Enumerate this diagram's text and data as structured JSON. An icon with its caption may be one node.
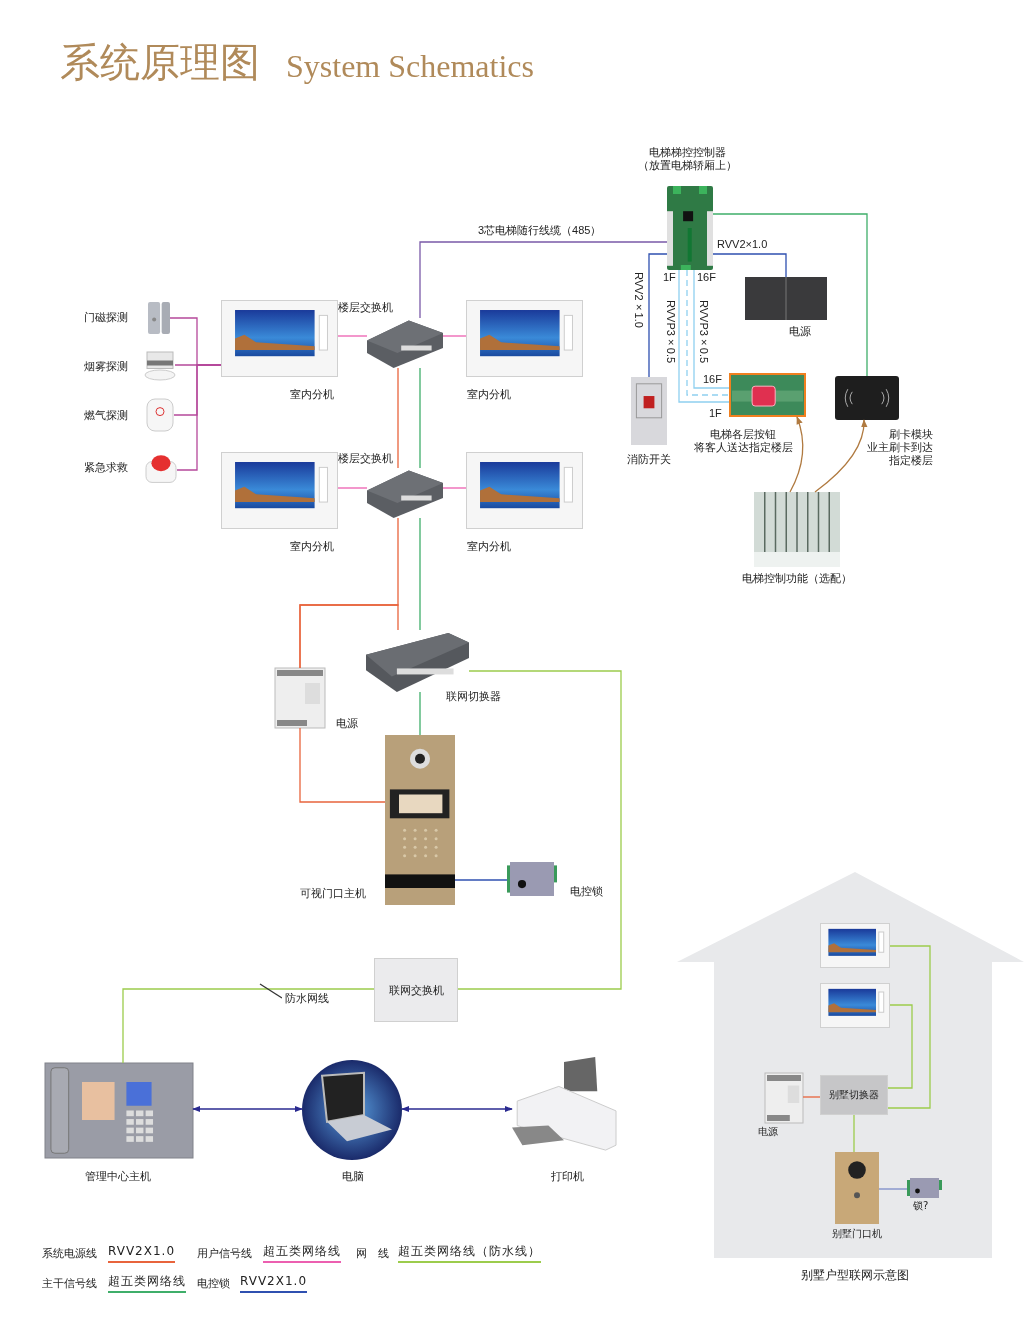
{
  "diagram": {
    "title": "系统原理图",
    "nodes": [
      {
        "text": [
          "电梯梯控控制器",
          "（放置电梯轿厢上）"
        ]
      },
      {
        "text": [
          "门磁探测"
        ]
      },
      {
        "text": [
          "烟雾探测"
        ]
      },
      {
        "text": [
          "燃气探测"
        ]
      },
      {
        "text": [
          "紧急求救"
        ]
      },
      {
        "text": [
          "室内分机"
        ]
      },
      {
        "text": [
          "楼层交换机"
        ]
      },
      {
        "text": [
          "室内分机"
        ]
      },
      {
        "text": [
          "电源"
        ]
      },
      {
        "text": [
          "消防开关"
        ]
      },
      {
        "text": [
          "电梯各层按钮",
          "将客人送达指定楼层"
        ]
      },
      {
        "text": [
          "刷卡模块",
          "业主刷卡到达指定楼层"
        ]
      },
      {
        "text": [
          "室内分机"
        ]
      },
      {
        "text": [
          "楼层交换机"
        ]
      },
      {
        "text": [
          "室内分机"
        ]
      },
      {
        "text": [
          "电梯控制功能（选配）"
        ]
      },
      {
        "text": [
          "联网切换器"
        ]
      },
      {
        "text": [
          "电源"
        ]
      },
      {
        "text": [
          "可视门口主机"
        ]
      },
      {
        "text": [
          "电控锁"
        ]
      },
      {
        "text": [
          "联网交换机"
        ]
      },
      {
        "text": [
          "防水网线"
        ]
      },
      {
        "text": [
          "管理中心主机"
        ]
      },
      {
        "text": [
          "电脑"
        ]
      },
      {
        "text": [
          "打印机"
        ]
      },
      {
        "text": [
          "别墅户型联网示意图"
        ]
      },
      {
        "text": [],
        "shape": "picture",
        "in": 25
      },
      {
        "text": [],
        "shape": "picture",
        "in": 25
      },
      {
        "text": [
          "电源"
        ],
        "in": 25
      },
      {
        "text": [
          "别墅切换器"
        ],
        "in": 25
      },
      {
        "text": [
          "别墅门口机"
        ],
        "in": 25
      },
      {
        "text": [
          "锁?"
        ],
        "in": 25
      }
    ],
    "edges": [
      {
        "from": 1,
        "to": 5,
        "arrow": "none",
        "color": "#b5489a"
      },
      {
        "from": 2,
        "to": 5,
        "arrow": "none",
        "color": "#b5489a"
      },
      {
        "from": 3,
        "to": 5,
        "arrow": "none",
        "color": "#b5489a"
      },
      {
        "from": 4,
        "to": 5,
        "arrow": "none",
        "color": "#b5489a"
      },
      {
        "from": 5,
        "to": 6,
        "arrow": "none",
        "color": "#ec5fb0"
      },
      {
        "from": 6,
        "to": 7,
        "arrow": "none",
        "color": "#ec5fb0"
      },
      {
        "from": 12,
        "to": 13,
        "arrow": "none",
        "color": "#ec5fb0"
      },
      {
        "from": 13,
        "to": 14,
        "arrow": "none",
        "color": "#ec5fb0"
      },
      {
        "from": 16,
        "to": 18,
        "arrow": "none",
        "color": "#3fae6a"
      },
      {
        "from": 16,
        "to": 13,
        "arrow": "none",
        "color": "#3fae6a"
      },
      {
        "from": 13,
        "to": 6,
        "arrow": "none",
        "color": "#3fae6a"
      },
      {
        "from": 6,
        "to": 0,
        "arrow": "none",
        "color": "#7a5aa8",
        "label": "3芯电梯随行线缆（485）"
      },
      {
        "from": 17,
        "to": 13,
        "arrow": "none",
        "color": "#e8643c"
      },
      {
        "from": 13,
        "to": 6,
        "arrow": "none",
        "color": "#e8643c"
      },
      {
        "from": 17,
        "to": 16,
        "arrow": "none",
        "color": "#e8643c"
      },
      {
        "from": 17,
        "to": 18,
        "arrow": "none",
        "color": "#e8643c"
      },
      {
        "from": 18,
        "to": 19,
        "arrow": "none",
        "color": "#2f50b0"
      },
      {
        "from": 16,
        "to": 20,
        "arrow": "none",
        "color": "#9ccc4c"
      },
      {
        "from": 20,
        "to": 22,
        "arrow": "none",
        "color": "#9ccc4c"
      },
      {
        "from": 21,
        "to": null,
        "arrow": "none",
        "color": "#333333"
      },
      {
        "from": 0,
        "to": 9,
        "arrow": "none",
        "color": "#2f50b0",
        "label": "RVV2×1.0"
      },
      {
        "from": 0,
        "to": 8,
        "arrow": "none",
        "color": "#2f50b0",
        "label": "RVV2×1.0"
      },
      {
        "from": 0,
        "to": 10,
        "arrow": "none",
        "color": "#8fd0f0",
        "label": "RVVP3×0.5"
      },
      {
        "from": 0,
        "to": 10,
        "arrow": "none",
        "color": "#8fd0f0",
        "style": "dashed"
      },
      {
        "from": 0,
        "to": 10,
        "arrow": "none",
        "color": "#8fd0f0",
        "label": "RVVP3×0.5"
      },
      {
        "from": 0,
        "to": 11,
        "arrow": "none",
        "color": "#3fae6a"
      },
      {
        "from": 15,
        "to": 10,
        "arrow": "to",
        "color": "#b07a40"
      },
      {
        "from": 15,
        "to": 11,
        "arrow": "to",
        "color": "#b07a40"
      },
      {
        "from": 22,
        "to": 23,
        "arrow": "both",
        "color": "#2a2a90"
      },
      {
        "from": 23,
        "to": 24,
        "arrow": "both",
        "color": "#2a2a90"
      },
      {
        "from": 26,
        "to": 29,
        "arrow": "none",
        "color": "#9ccc4c"
      },
      {
        "from": 27,
        "to": 29,
        "arrow": "none",
        "color": "#9ccc4c"
      },
      {
        "from": 28,
        "to": 29,
        "arrow": "none",
        "color": "#e8643c"
      },
      {
        "from": 29,
        "to": 30,
        "arrow": "none",
        "color": "#9ccc4c"
      },
      {
        "from": 30,
        "to": 31,
        "arrow": "none",
        "color": "#7a8cc8"
      }
    ],
    "labels": [
      "System Schematics",
      "1F",
      "16F",
      "16F",
      "1F",
      "系统电源线",
      "用户信号线",
      "网 线",
      "主干信号线",
      "电控锁"
    ],
    "legend": [
      {
        "text": "RVV2X1.0",
        "color": "#e8643c"
      },
      {
        "text": "超五类网络线",
        "color": "#ec5fb0"
      },
      {
        "text": "超五类网络线（防水线）",
        "color": "#9ccc4c"
      },
      {
        "text": "超五类网络线",
        "color": "#3fae6a"
      },
      {
        "text": "RVV2X1.0",
        "color": "#2f50b0"
      }
    ]
  }
}
